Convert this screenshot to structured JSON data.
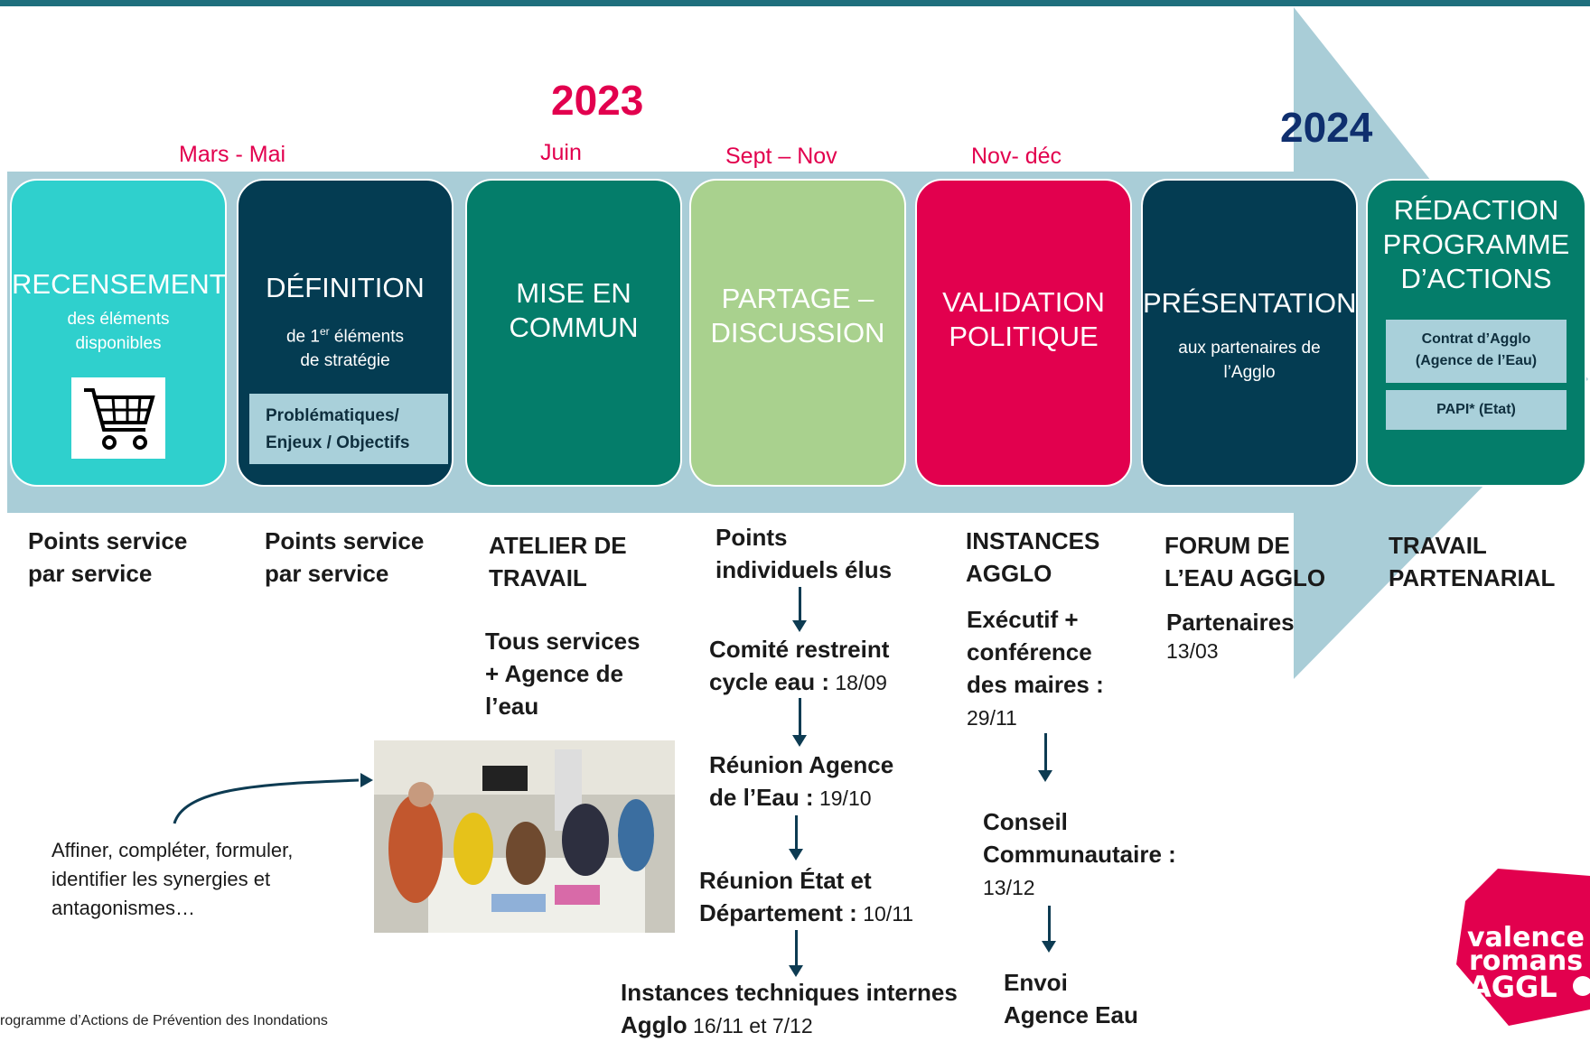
{
  "colors": {
    "band": "#a9cdd7",
    "cyan": "#2fd0cd",
    "navy": "#043c52",
    "teal": "#047d6a",
    "green": "#a9d18e",
    "red": "#e2004e",
    "year_2023": "#e2004e",
    "year_2024": "#0f2f6e"
  },
  "timeline": {
    "year_2023": "2023",
    "year_2024": "2024",
    "months": [
      "Mars - Mai",
      "Juin",
      "Sept – Nov",
      "Nov- déc"
    ]
  },
  "stages": [
    {
      "title": "RECENSEMENT",
      "subtitle": "des éléments\ndisponibles",
      "icon": "shopping-cart-icon"
    },
    {
      "title": "DÉFINITION",
      "subtitle_pre": "de 1",
      "subtitle_sup": "er",
      "subtitle_post": " éléments\nde stratégie",
      "tag": "Problématiques/\nEnjeux / Objectifs"
    },
    {
      "title": "MISE EN\nCOMMUN"
    },
    {
      "title": "PARTAGE –\nDISCUSSION"
    },
    {
      "title": "VALIDATION\nPOLITIQUE"
    },
    {
      "title": "PRÉSENTATION",
      "subtitle": "aux partenaires  de\nl’Agglo"
    },
    {
      "title": "RÉDACTION\nPROGRAMME\nD’ACTIONS",
      "tags": [
        "Contrat d’Agglo\n(Agence de l’Eau)",
        "PAPI* (Etat)"
      ]
    }
  ],
  "columns": {
    "c1": {
      "heading": "Points service\npar service"
    },
    "c2": {
      "heading": "Points service\npar service"
    },
    "c3": {
      "heading": "ATELIER DE\nTRAVAIL",
      "detail": "Tous services\n+ Agence de\nl’eau"
    },
    "c4": {
      "heading": "Points\nindividuels élus",
      "steps": [
        {
          "bold": "Comité restreint\ncycle eau :",
          "date": " 18/09"
        },
        {
          "bold": "Réunion Agence\nde l’Eau :",
          "date": " 19/10"
        },
        {
          "bold": "Réunion État et\nDépartement :",
          "date": " 10/11"
        },
        {
          "bold": "Instances techniques internes\nAgglo",
          "date": " 16/11  et 7/12"
        }
      ]
    },
    "c5": {
      "heading": "INSTANCES\nAGGLO",
      "steps": [
        {
          "bold": "Exécutif +\nconférence\ndes maires :",
          "date": "29/11"
        },
        {
          "bold": "Conseil\nCommunautaire :",
          "date": "13/12"
        },
        {
          "bold": "Envoi\nAgence Eau",
          "date": ""
        }
      ]
    },
    "c6": {
      "heading": "FORUM DE\nL’EAU AGGLO",
      "sub_bold": "Partenaires",
      "sub_date": "13/03"
    },
    "c7": {
      "heading": "TRAVAIL\nPARTENARIAL"
    }
  },
  "note": "Affiner, compléter, formuler,\nidentifier  les synergies et\nantagonismes…",
  "photo": {
    "description": "workshop-photo"
  },
  "footnote": "rogramme d’Actions de Prévention des Inondations",
  "logo": {
    "lines": [
      "valence",
      "romans",
      "AGGL"
    ]
  }
}
